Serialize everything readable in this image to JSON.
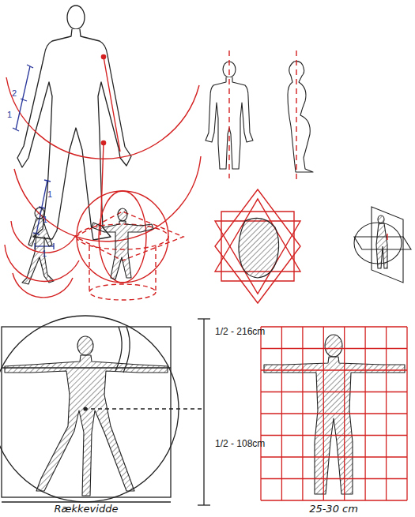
{
  "diagram": {
    "labels": [
      "1",
      "2",
      "1",
      "1",
      "1",
      "1/2 - 216cm",
      "1/2 - 108cm",
      "Rækkevidde",
      "25-30 cm"
    ]
  }
}
